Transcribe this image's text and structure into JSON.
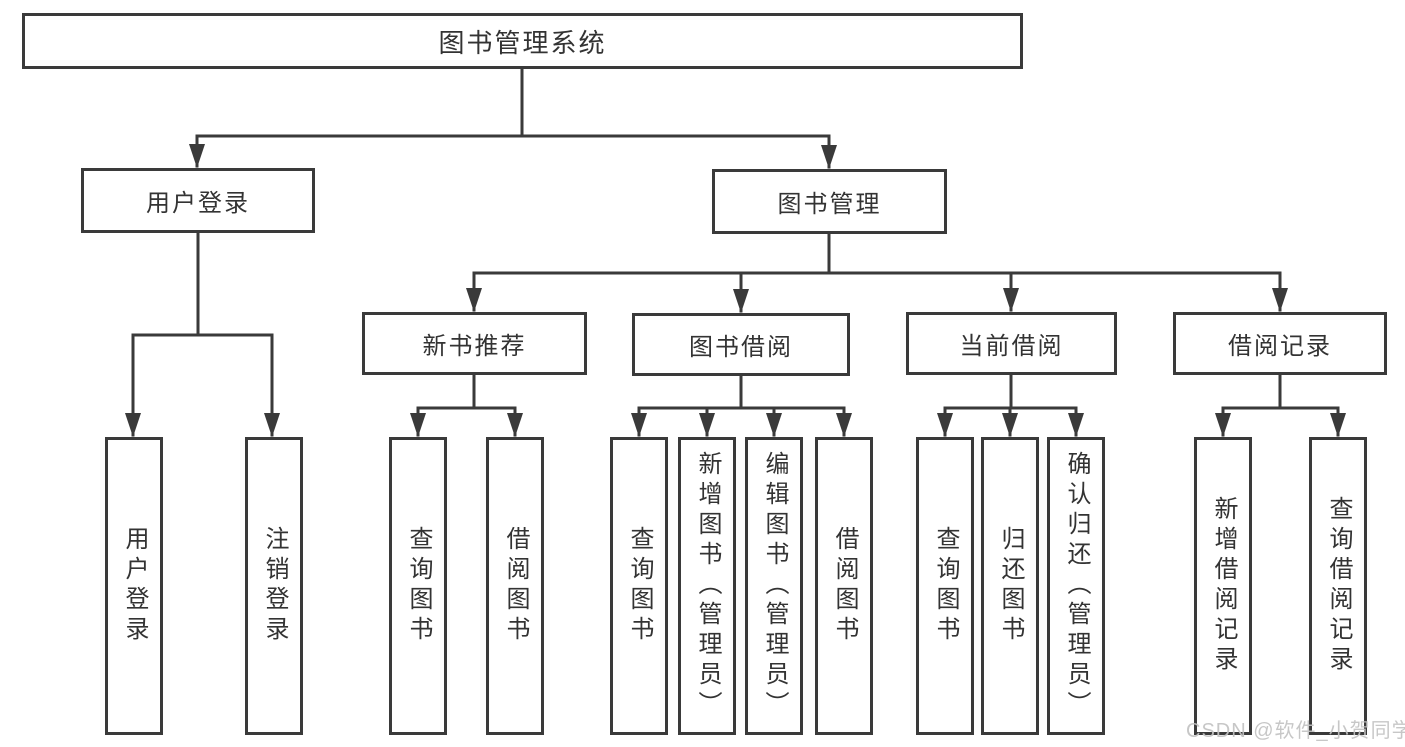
{
  "diagram": {
    "root": {
      "label": "图书管理系统"
    },
    "level2": [
      {
        "label": "用户登录"
      },
      {
        "label": "图书管理"
      }
    ],
    "level3": [
      {
        "label": "新书推荐"
      },
      {
        "label": "图书借阅"
      },
      {
        "label": "当前借阅"
      },
      {
        "label": "借阅记录"
      }
    ],
    "leaves": {
      "user_login": [
        {
          "label": "用户登录"
        },
        {
          "label": "注销登录"
        }
      ],
      "new_book": [
        {
          "label": "查询图书"
        },
        {
          "label": "借阅图书"
        }
      ],
      "book_borrow": [
        {
          "label": "查询图书"
        },
        {
          "label": "新增图书（管理员）"
        },
        {
          "label": "编辑图书（管理员）"
        },
        {
          "label": "借阅图书"
        }
      ],
      "current_borrow": [
        {
          "label": "查询图书"
        },
        {
          "label": "归还图书"
        },
        {
          "label": "确认归还（管理员）"
        }
      ],
      "borrow_record": [
        {
          "label": "新增借阅记录"
        },
        {
          "label": "查询借阅记录"
        }
      ]
    },
    "colors": {
      "line": "#3a3a3a",
      "text": "#333333",
      "background": "#ffffff",
      "watermark": "#c3c3c3"
    }
  },
  "watermark": {
    "text": "CSDN @软件_小贺同学"
  }
}
